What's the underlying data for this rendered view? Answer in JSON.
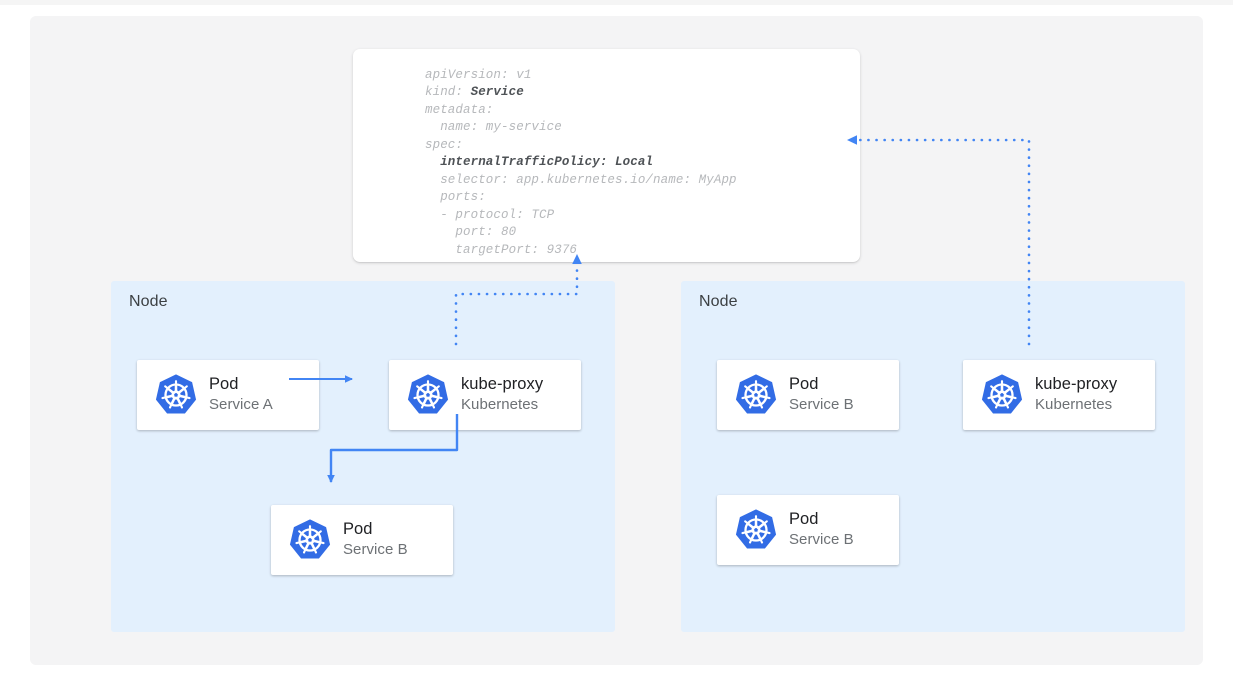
{
  "canvas": {
    "background_color": "#f4f4f5",
    "node_color": "#e3f0fd",
    "card_color": "#ffffff",
    "accent_color": "#4285f4",
    "k8s_blue": "#326ce5"
  },
  "yaml_card": {
    "lines": [
      {
        "text": "apiVersion: v1",
        "bold_parts": []
      },
      {
        "text": "kind: Service",
        "bold_parts": [
          "Service"
        ]
      },
      {
        "text": "metadata:",
        "bold_parts": []
      },
      {
        "text": "  name: my-service",
        "bold_parts": []
      },
      {
        "text": "spec:",
        "bold_parts": []
      },
      {
        "text": "  internalTrafficPolicy: Local",
        "bold_parts": [
          "internalTrafficPolicy: Local"
        ]
      },
      {
        "text": "  selector: app.kubernetes.io/name: MyApp",
        "bold_parts": []
      },
      {
        "text": "  ports:",
        "bold_parts": []
      },
      {
        "text": "  - protocol: TCP",
        "bold_parts": []
      },
      {
        "text": "    port: 80",
        "bold_parts": []
      },
      {
        "text": "    targetPort: 9376",
        "bold_parts": []
      }
    ]
  },
  "nodes": [
    {
      "id": "node-left",
      "label": "Node"
    },
    {
      "id": "node-right",
      "label": "Node"
    }
  ],
  "cards": {
    "pod_a": {
      "title": "Pod",
      "subtitle": "Service A",
      "icon": "kubernetes-icon"
    },
    "kubeproxy_l": {
      "title": "kube-proxy",
      "subtitle": "Kubernetes",
      "icon": "kubernetes-icon"
    },
    "pod_b_left": {
      "title": "Pod",
      "subtitle": "Service B",
      "icon": "kubernetes-icon"
    },
    "pod_b1": {
      "title": "Pod",
      "subtitle": "Service B",
      "icon": "kubernetes-icon"
    },
    "kubeproxy_r": {
      "title": "kube-proxy",
      "subtitle": "Kubernetes",
      "icon": "kubernetes-icon"
    },
    "pod_b2": {
      "title": "Pod",
      "subtitle": "Service B",
      "icon": "kubernetes-icon"
    }
  },
  "connectors": [
    {
      "name": "pod-a-to-kubeproxy",
      "style": "solid",
      "color": "#4285f4"
    },
    {
      "name": "kubeproxy-to-pod-b",
      "style": "solid",
      "color": "#4285f4"
    },
    {
      "name": "kubeproxy-left-to-service",
      "style": "dotted",
      "color": "#4285f4"
    },
    {
      "name": "kubeproxy-right-to-service",
      "style": "dotted",
      "color": "#4285f4"
    }
  ]
}
